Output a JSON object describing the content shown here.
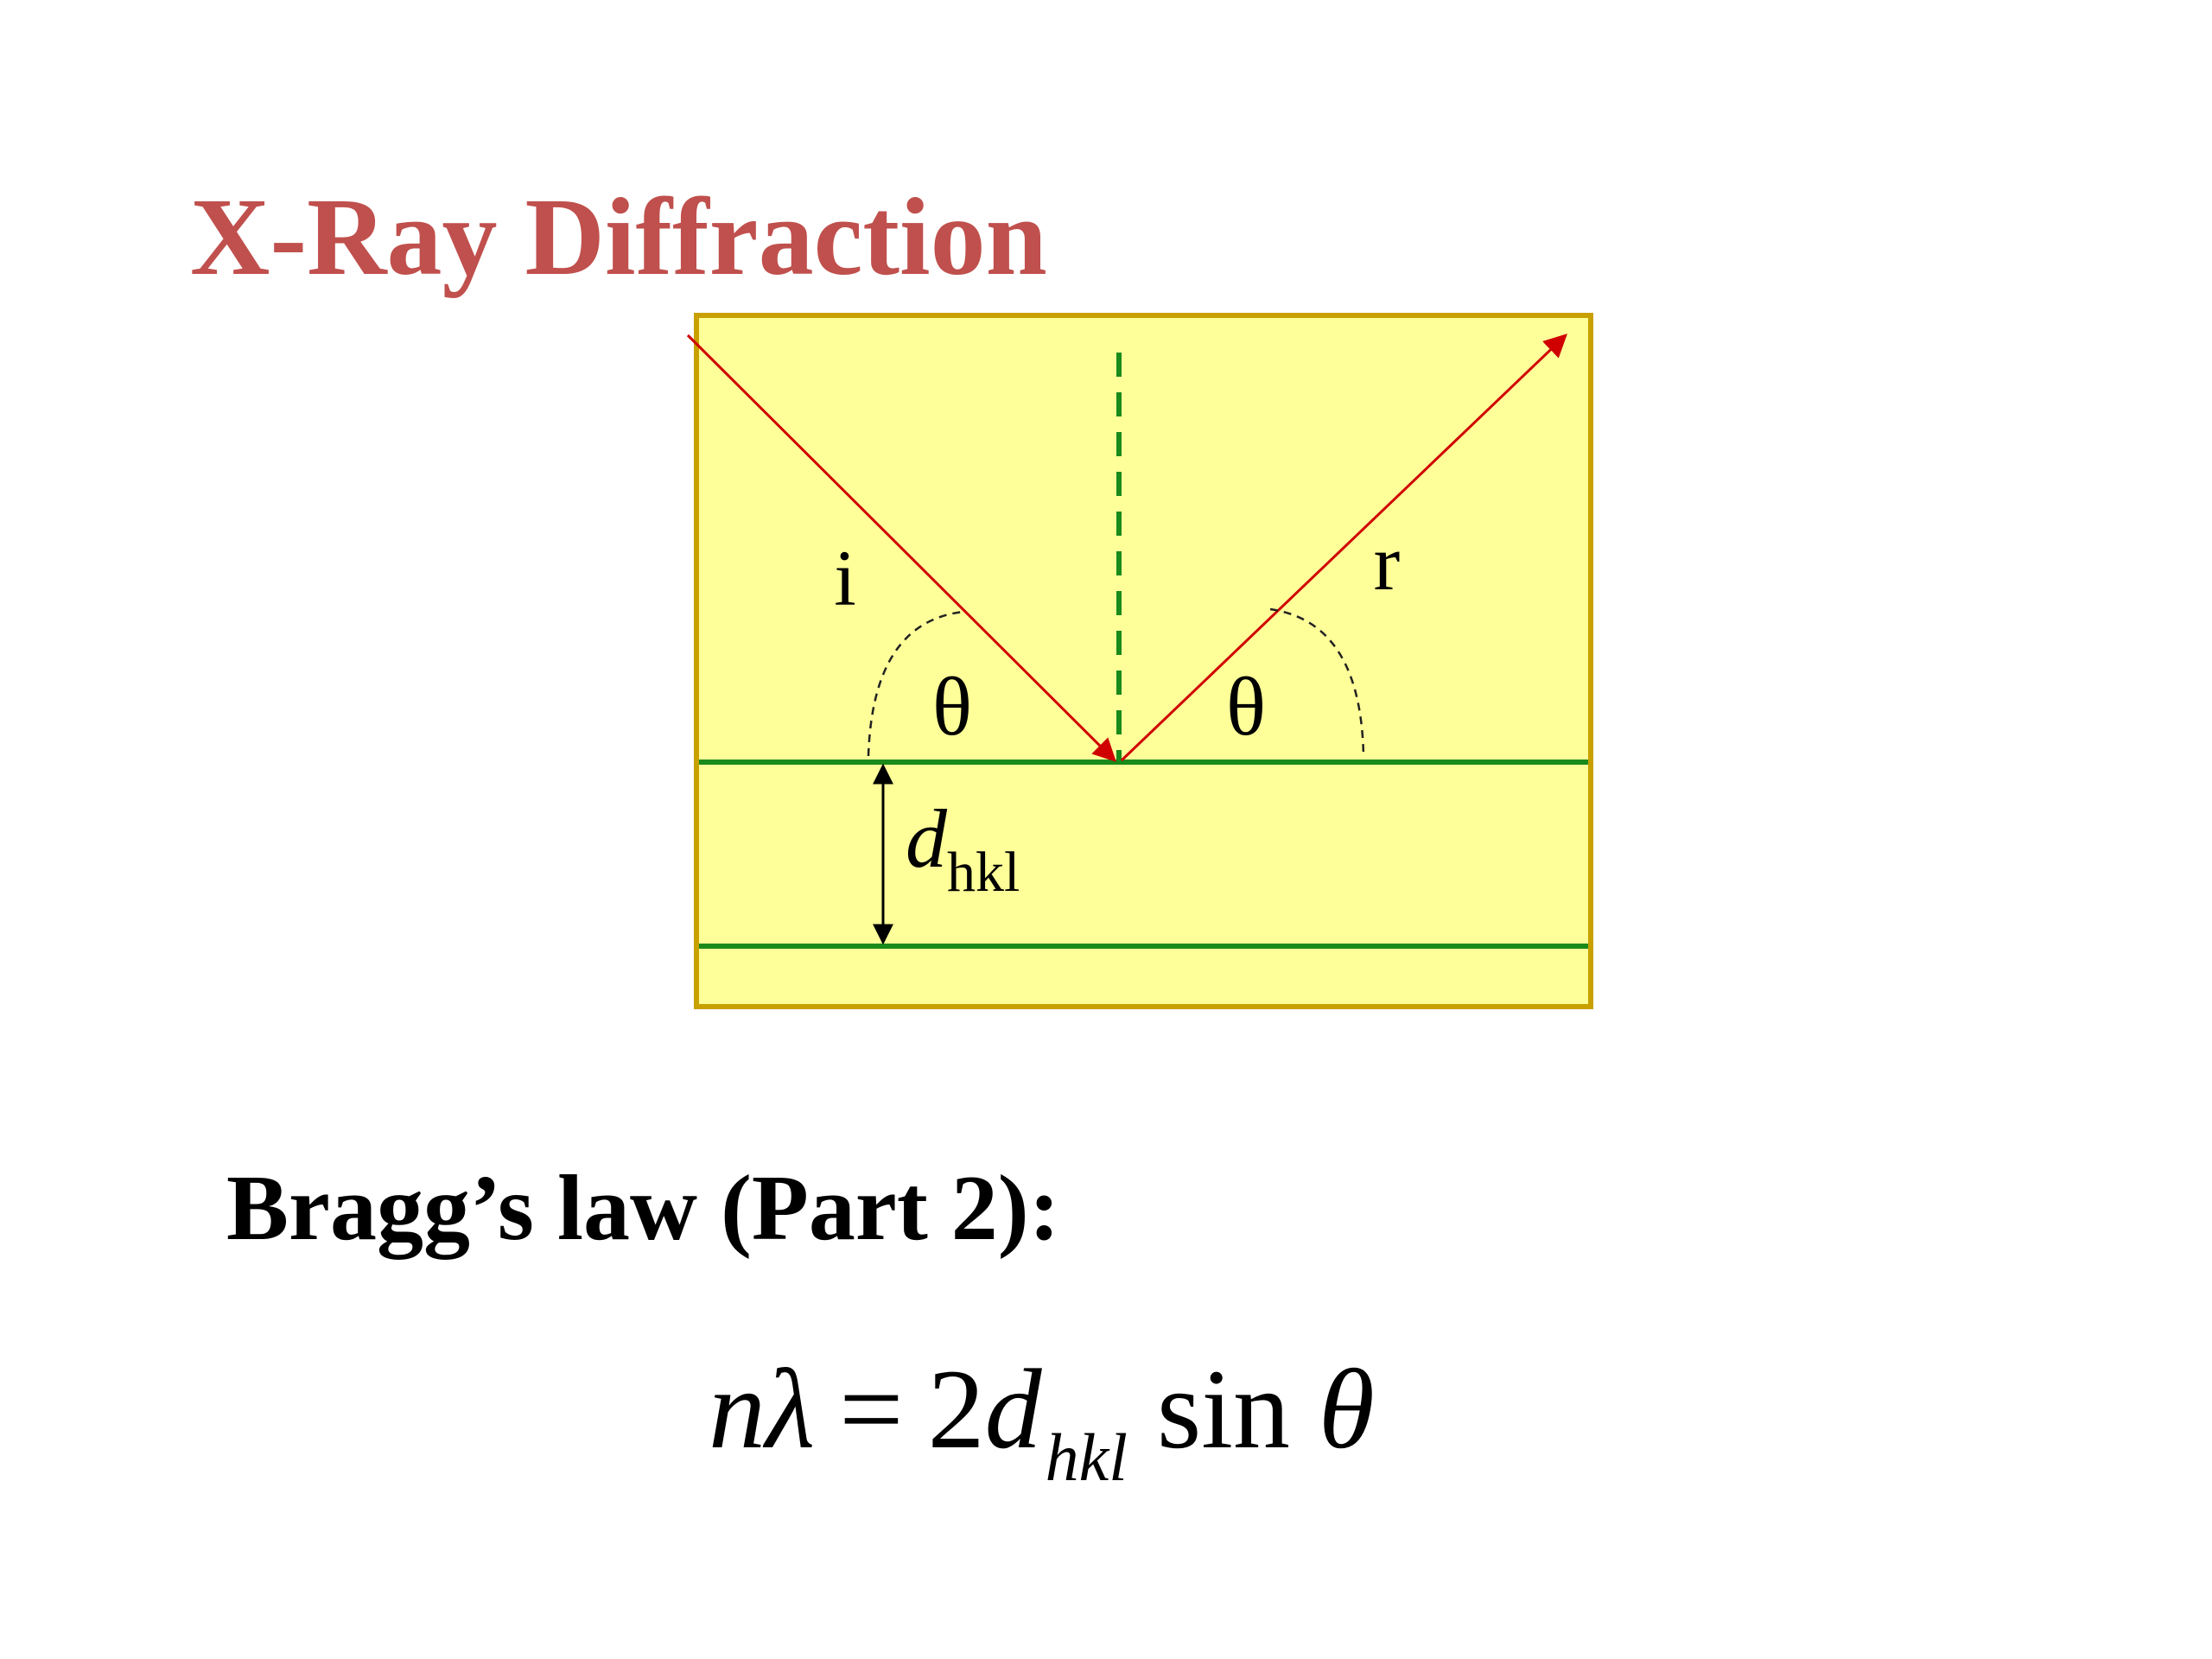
{
  "title": "X-Ray Diffraction",
  "colors": {
    "title": "#c0504d",
    "box_fill": "#ffff99",
    "box_border": "#c8a000",
    "rays": "#d00000",
    "planes": "#1a8a1a",
    "normal": "#1a8a1a"
  },
  "diagram": {
    "incident_label": "i",
    "reflected_label": "r",
    "angle_left": "θ",
    "angle_right": "θ",
    "spacing_symbol": "d",
    "spacing_subscript": "hkl"
  },
  "subheading": "Bragg’s law (Part 2):",
  "equation": {
    "n": "n",
    "lambda": "λ",
    "equals": "=",
    "coefficient": "2",
    "d": "d",
    "subscript": "hkl",
    "sin": "sin",
    "theta": "θ"
  }
}
